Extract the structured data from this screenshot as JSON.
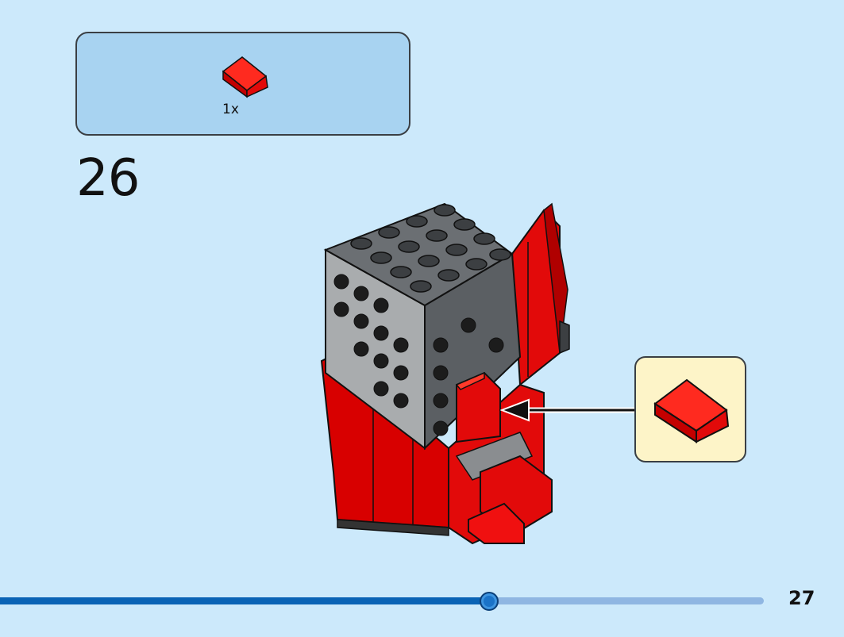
{
  "parts_list": {
    "items": [
      {
        "icon": "red-slope-brick-icon",
        "quantity": "1x",
        "color": "#e20a0a"
      }
    ]
  },
  "step": {
    "number": "26"
  },
  "callout": {
    "icon": "red-slope-brick-icon",
    "color": "#e20a0a"
  },
  "progress": {
    "value": 0.64
  },
  "page": {
    "number": "27"
  },
  "colors": {
    "background": "#cce9fb",
    "parts_box": "#a8d3f1",
    "callout_box": "#fdf4c8",
    "brick_red": "#e20a0a",
    "brick_dark_gray": "#5b5f63",
    "brick_light_gray": "#a9acae",
    "progress_fill": "#0a63b5",
    "progress_track": "#8fb6e2"
  }
}
